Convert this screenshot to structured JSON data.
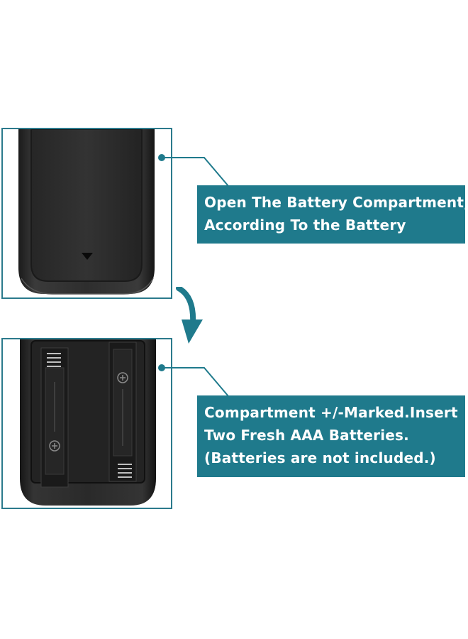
{
  "steps": [
    {
      "caption_lines": [
        "Open The Battery Compartment,",
        "According To the Battery"
      ]
    },
    {
      "caption_lines": [
        "Compartment +/-Marked.Insert",
        "Two Fresh AAA Batteries.",
        "(Batteries are not included.)"
      ]
    }
  ],
  "icons": {
    "arrow": "curved-down-arrow-icon",
    "cover_arrow": "triangle-down-icon",
    "polarity_plus": "plus-circle-icon"
  },
  "colors": {
    "accent": "#1f7a8c",
    "frame_border": "#2b7a8c",
    "caption_text": "#ffffff",
    "remote_body": "#2a2a2a"
  }
}
